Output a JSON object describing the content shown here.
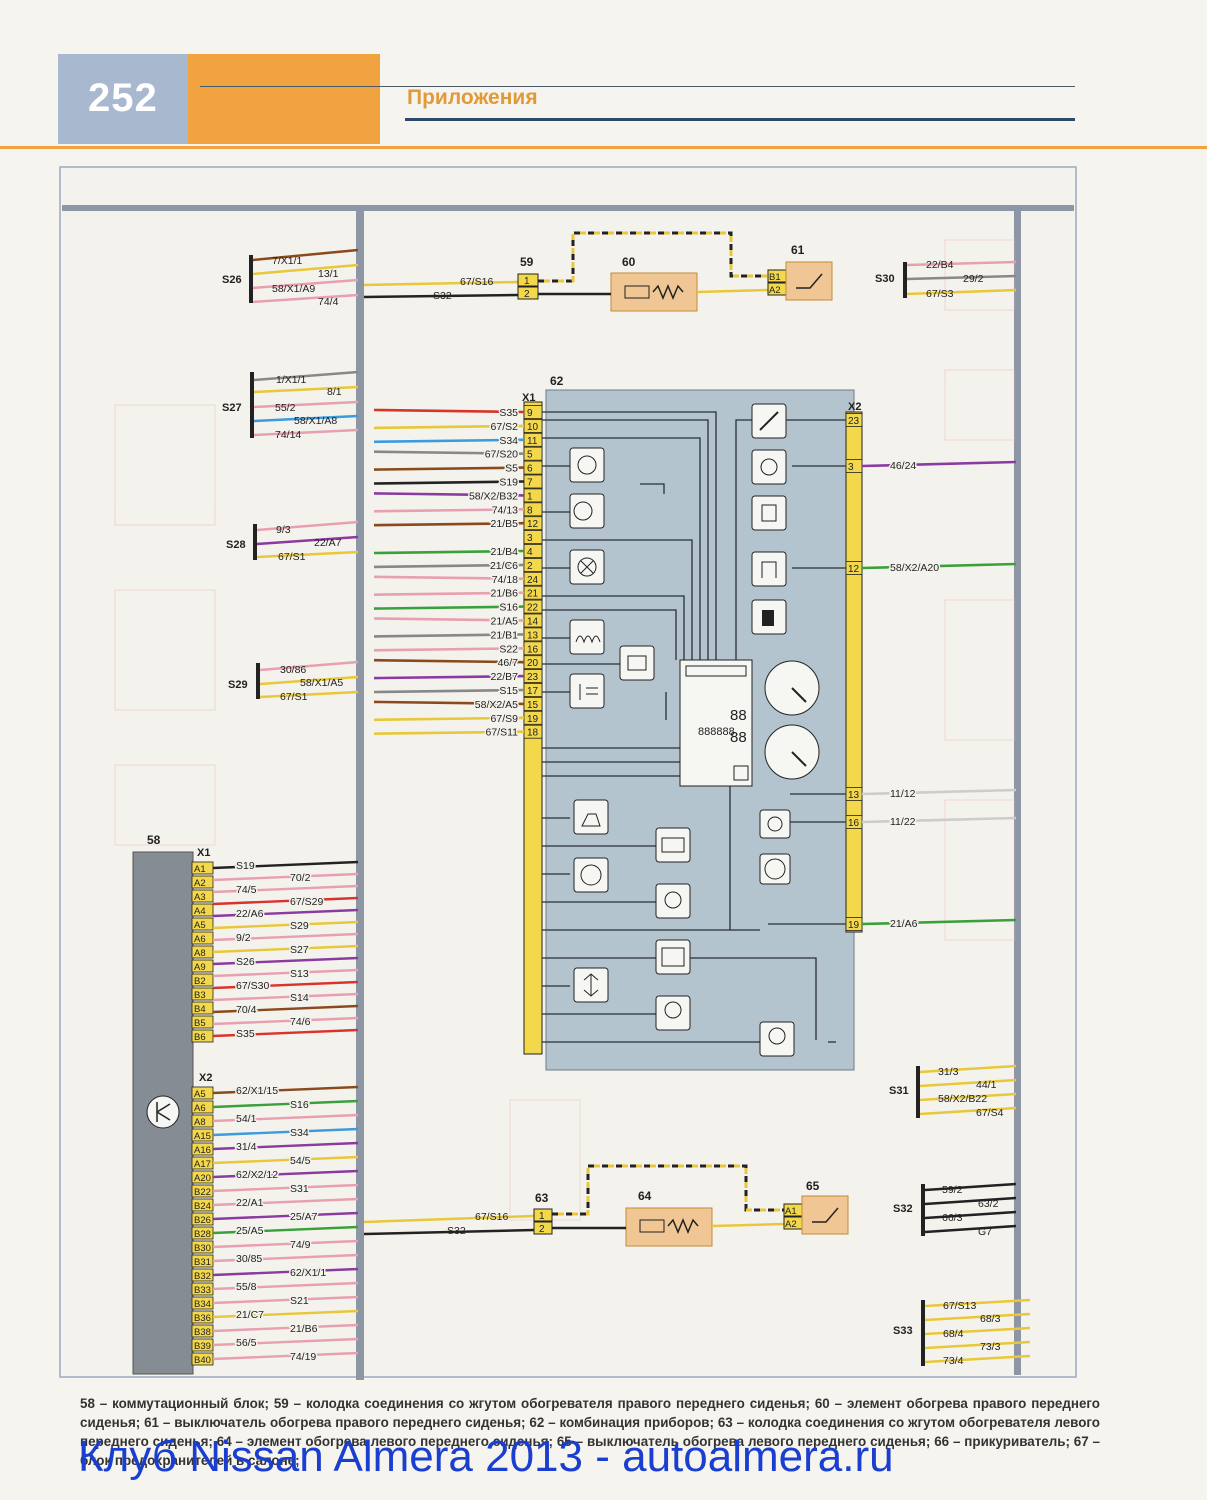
{
  "header": {
    "page_number": "252",
    "section_title": "Приложения"
  },
  "components": {
    "c59": "59",
    "c60": "60",
    "c61": "61",
    "c62": "62",
    "c58": "58",
    "c63": "63",
    "c64": "64",
    "c65": "65",
    "pin1": "1",
    "pin2": "2",
    "b1": "B1",
    "a2": "A2",
    "a1": "A1",
    "x1": "X1",
    "x2": "X2"
  },
  "splices": {
    "s26": "S26",
    "s27": "S27",
    "s28": "S28",
    "s29": "S29",
    "s30": "S30",
    "s31": "S31",
    "s32": "S32",
    "s33": "S33"
  },
  "splice_wires": {
    "s26": [
      "7/X1/1",
      "13/1",
      "58/X1/A9",
      "74/4"
    ],
    "s27": [
      "1/X1/1",
      "8/1",
      "55/2",
      "58/X1/A8",
      "74/14"
    ],
    "s28": [
      "9/3",
      "22/A7",
      "67/S1"
    ],
    "s29": [
      "30/86",
      "58/X1/A5",
      "67/S1"
    ],
    "s30": [
      "22/B4",
      "29/2",
      "67/S3"
    ],
    "s31": [
      "31/3",
      "44/1",
      "58/X2/B22",
      "67/S4"
    ],
    "s32": [
      "59/2",
      "63/2",
      "66/3",
      "G7"
    ],
    "s33": [
      "67/S13",
      "68/3",
      "68/4",
      "73/3",
      "73/4"
    ]
  },
  "heater_wires": {
    "top_a": "67/S16",
    "top_b": "S32",
    "bottom_a": "67/S16",
    "bottom_b": "S32"
  },
  "x1_wires": [
    {
      "label": "S35",
      "pin": "9",
      "color": "#d9342b"
    },
    {
      "label": "67/S2",
      "pin": "10",
      "color": "#e8c83a"
    },
    {
      "label": "S34",
      "pin": "11",
      "color": "#3a9be0"
    },
    {
      "label": "67/S20",
      "pin": "5",
      "color": "#888888"
    },
    {
      "label": "S5",
      "pin": "6",
      "color": "#8a4a1e"
    },
    {
      "label": "S19",
      "pin": "7",
      "color": "#222222"
    },
    {
      "label": "58/X2/B32",
      "pin": "1",
      "color": "#8a3aa0"
    },
    {
      "label": "74/13",
      "pin": "8",
      "color": "#e8a0b0"
    },
    {
      "label": "21/B5",
      "pin": "12",
      "color": "#8a4a1e"
    },
    {
      "label": "",
      "pin": "3",
      "color": "#cccccc"
    },
    {
      "label": "21/B4",
      "pin": "4",
      "color": "#3aa03a"
    },
    {
      "label": "21/C6",
      "pin": "2",
      "color": "#888888"
    },
    {
      "label": "74/18",
      "pin": "24",
      "color": "#e8a0b0"
    },
    {
      "label": "21/B6",
      "pin": "21",
      "color": "#e8a0b0"
    },
    {
      "label": "S16",
      "pin": "22",
      "color": "#3aa03a"
    },
    {
      "label": "21/A5",
      "pin": "14",
      "color": "#e8a0b0"
    },
    {
      "label": "21/B1",
      "pin": "13",
      "color": "#888888"
    },
    {
      "label": "S22",
      "pin": "16",
      "color": "#e8a0b0"
    },
    {
      "label": "46/7",
      "pin": "20",
      "color": "#8a4a1e"
    },
    {
      "label": "22/B7",
      "pin": "23",
      "color": "#8a3aa0"
    },
    {
      "label": "S15",
      "pin": "17",
      "color": "#888888"
    },
    {
      "label": "58/X2/A5",
      "pin": "15",
      "color": "#8a4a1e"
    },
    {
      "label": "67/S9",
      "pin": "19",
      "color": "#e8c83a"
    },
    {
      "label": "67/S11",
      "pin": "18",
      "color": "#e8c83a"
    }
  ],
  "x2_wires": [
    {
      "label": "",
      "pin": "23",
      "color": "#cccccc"
    },
    {
      "label": "46/24",
      "pin": "3",
      "color": "#8a3aa0"
    },
    {
      "label": "58/X2/A20",
      "pin": "12",
      "color": "#3aa03a"
    },
    {
      "label": "11/12",
      "pin": "13",
      "color": "#cccccc"
    },
    {
      "label": "11/22",
      "pin": "16",
      "color": "#cccccc"
    },
    {
      "label": "21/A6",
      "pin": "19",
      "color": "#3aa03a"
    }
  ],
  "block58_x1": {
    "pins": [
      "A1",
      "A2",
      "A3",
      "A4",
      "A5",
      "A6",
      "A8",
      "A9",
      "B2",
      "B3",
      "B4",
      "B5",
      "B6"
    ],
    "wires": [
      "S19",
      "70/2",
      "74/5",
      "67/S29",
      "22/A6",
      "S29",
      "9/2",
      "S27",
      "S26",
      "S13",
      "67/S30",
      "S14",
      "70/4",
      "74/6",
      "S35"
    ]
  },
  "block58_x2": {
    "pins": [
      "A5",
      "A6",
      "A8",
      "A15",
      "A16",
      "A17",
      "A20",
      "B22",
      "B24",
      "B26",
      "B28",
      "B30",
      "B31",
      "B32",
      "B33",
      "B34",
      "B36",
      "B38",
      "B39",
      "B40"
    ],
    "wires": [
      "62/X1/15",
      "S16",
      "54/1",
      "S34",
      "31/4",
      "54/5",
      "62/X2/12",
      "S31",
      "22/A1",
      "25/A7",
      "25/A5",
      "74/9",
      "30/85",
      "62/X1/1",
      "55/8",
      "S21",
      "21/C7",
      "21/B6",
      "56/5",
      "74/19"
    ]
  },
  "caption": "58 – коммутационный блок; 59 – колодка соединения со жгутом обогревателя правого переднего сиденья; 60 – элемент обогрева правого переднего сиденья; 61 – выключатель обогрева правого переднего сиденья; 62 – комбинация приборов; 63 – колодка соединения со жгутом обогревателя левого переднего сиденья; 64 – элемент обогрева левого переднего сиденья; 65 – выключатель обогрева левого переднего сиденья; 66 – прикуриватель; 67 – блок предохранителей в салоне;",
  "watermark": "Клуб Nissan Almera 2013 - autoalmera.ru"
}
